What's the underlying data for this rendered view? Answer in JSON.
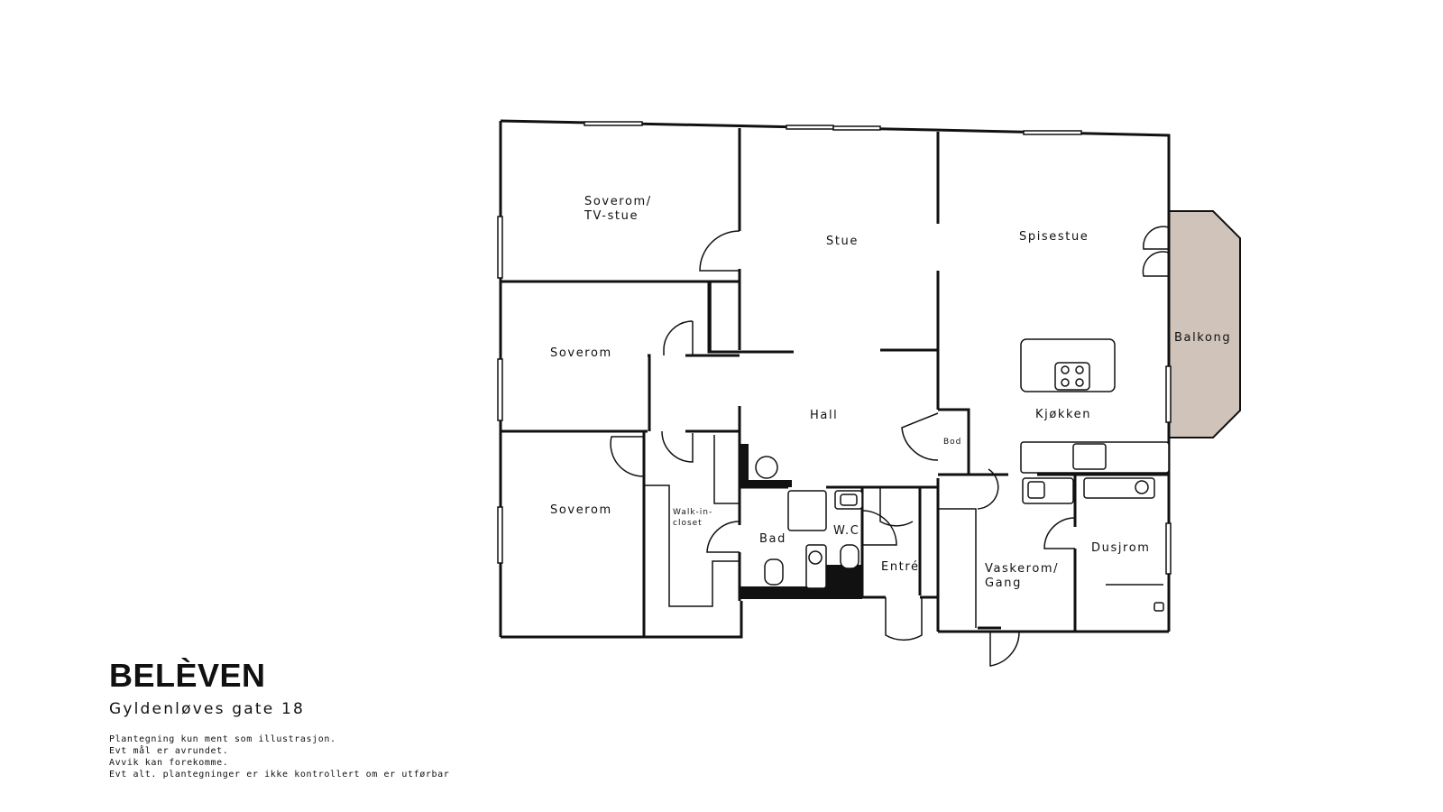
{
  "brand": "BELÈVEN",
  "address": "Gyldenløves gate 18",
  "disclaimer": [
    "Plantegning kun ment som illustrasjon.",
    "Evt mål er avrundet.",
    "Avvik kan forekomme.",
    "Evt alt. plantegninger er ikke kontrollert om er utførbar"
  ],
  "rooms": {
    "soverom_tv_line1": "Soverom/",
    "soverom_tv_line2": "TV-stue",
    "stue": "Stue",
    "spisestue": "Spisestue",
    "balkong": "Balkong",
    "soverom_mid": "Soverom",
    "hall": "Hall",
    "kjokken": "Kjøkken",
    "bod": "Bod",
    "soverom_low": "Soverom",
    "walkin_line1": "Walk-in-",
    "walkin_line2": "closet",
    "bad": "Bad",
    "wc": "W.C",
    "entre": "Entré",
    "vaskerom_line1": "Vaskerom/",
    "vaskerom_line2": "Gang",
    "dusjrom": "Dusjrom"
  },
  "colors": {
    "wall": "#111111",
    "balcony": "#cfc3ba"
  }
}
